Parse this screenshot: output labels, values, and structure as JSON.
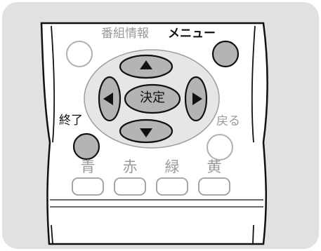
{
  "remote": {
    "labels": {
      "program_info": "番組情報",
      "menu": "メニュー",
      "enter": "決定",
      "exit": "終了",
      "back": "戻る",
      "blue": "青",
      "red": "赤",
      "green": "緑",
      "yellow": "黄"
    },
    "highlighted_buttons": [
      "menu",
      "up",
      "down",
      "left",
      "right",
      "enter",
      "exit"
    ],
    "colors": {
      "panel_background": "#e1e1e1",
      "remote_body": "#ffffff",
      "highlight_fill": "#b4b4b4",
      "nav_ring": "#e6e6e6",
      "outline": "#111111",
      "inactive_text": "#9a9a9a"
    },
    "icons": {
      "up": "triangle-up-icon",
      "down": "triangle-down-icon",
      "left": "triangle-left-icon",
      "right": "triangle-right-icon"
    }
  }
}
